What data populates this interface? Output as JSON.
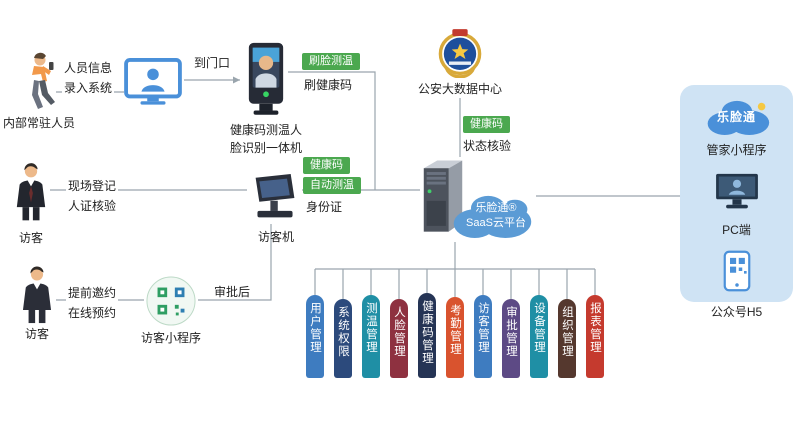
{
  "flows": {
    "internal": {
      "actor": "内部常驻人员",
      "note": "人员信息\n录入系统",
      "to_door": "到门口",
      "device_label": "健康码测温人\n脸识别一体机",
      "tag_face_temp": "刷脸测温",
      "tag_health_scan": "刷健康码"
    },
    "onsite_visitor": {
      "actor": "访客",
      "note": "现场登记\n人证核验",
      "device_label": "访客机",
      "tag_health": "健康码",
      "tag_auto_temp": "自动测温",
      "id_card": "身份证"
    },
    "online_visitor": {
      "actor": "访客",
      "note": "提前邀约\n在线预约",
      "qr_label": "访客小程序",
      "after_approval": "审批后"
    }
  },
  "police": {
    "label": "公安大数据中心",
    "tag_health": "健康码",
    "status_check": "状态核验"
  },
  "cloud": {
    "line1": "乐脸通®",
    "line2": "SaaS云平台"
  },
  "modules": [
    {
      "label": "用户管理",
      "color": "#3e7cc0"
    },
    {
      "label": "系统权限",
      "color": "#2c4a7c"
    },
    {
      "label": "测温管理",
      "color": "#1f8fa5"
    },
    {
      "label": "人脸管理",
      "color": "#8e3140"
    },
    {
      "label": "健康码管理",
      "color": "#253455"
    },
    {
      "label": "考勤管理",
      "color": "#d9532e"
    },
    {
      "label": "访客管理",
      "color": "#3e7cc0"
    },
    {
      "label": "审批管理",
      "color": "#5d4a85"
    },
    {
      "label": "设备管理",
      "color": "#1f8fa5"
    },
    {
      "label": "组织管理",
      "color": "#55382e"
    },
    {
      "label": "报表管理",
      "color": "#c53a2e"
    }
  ],
  "right_panel": {
    "logo": "乐脸通",
    "miniprogram": "管家小程序",
    "pc": "PC端",
    "h5": "公众号H5"
  }
}
